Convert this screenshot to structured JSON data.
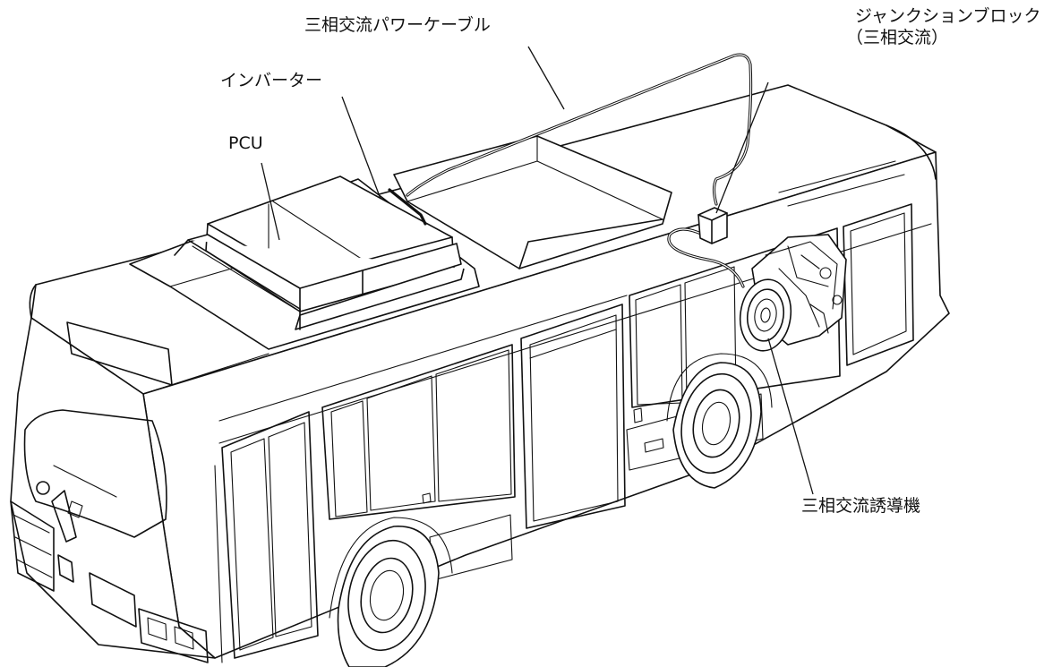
{
  "labels": {
    "cable": "三相交流パワーケーブル",
    "inverter": "インバーター",
    "pcu": "PCU",
    "junction_line1": "ジャンクションブロック",
    "junction_line2": "（三相交流）",
    "motor": "三相交流誘導機"
  }
}
